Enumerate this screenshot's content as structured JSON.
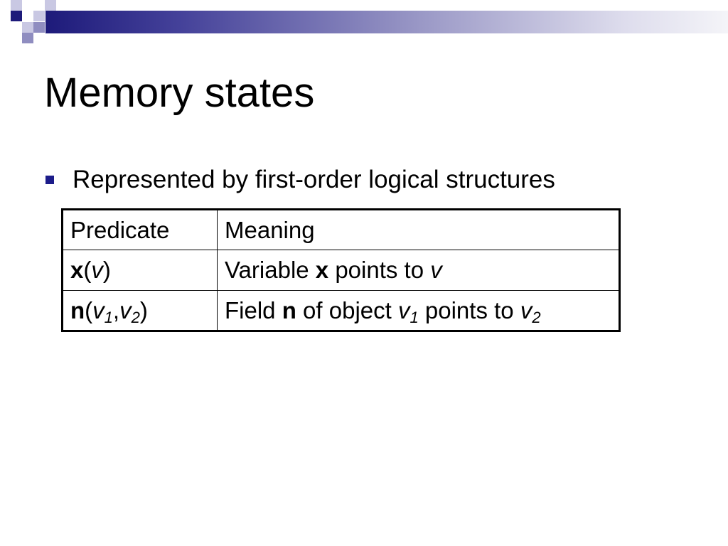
{
  "slide": {
    "title": "Memory states",
    "bullet": "Represented by first-order logical structures",
    "table": {
      "header": {
        "col1": "Predicate",
        "col2": "Meaning"
      },
      "rows": [
        {
          "pred_name": "x",
          "pred_open": "(",
          "pred_arg1": "v",
          "pred_close": ")",
          "meaning_a": "Variable ",
          "meaning_bold": "x",
          "meaning_b": " points to ",
          "meaning_var": "v"
        },
        {
          "pred_name": "n",
          "pred_open": "(",
          "pred_arg1": "v",
          "pred_arg1_sub": "1",
          "pred_sep": ",",
          "pred_arg2": "v",
          "pred_arg2_sub": "2",
          "pred_close": ")",
          "meaning_a": "Field ",
          "meaning_bold": "n",
          "meaning_b": " of object ",
          "meaning_var1": "v",
          "meaning_var1_sub": "1",
          "meaning_c": " points to ",
          "meaning_var2": "v",
          "meaning_var2_sub": "2"
        }
      ]
    }
  },
  "colors": {
    "banner_dark": "#1d1a7a",
    "banner_light": "#dedded",
    "bullet": "#1c1c8a",
    "square_mid": "#8f8dc0",
    "square_light": "#c9c8e3"
  }
}
